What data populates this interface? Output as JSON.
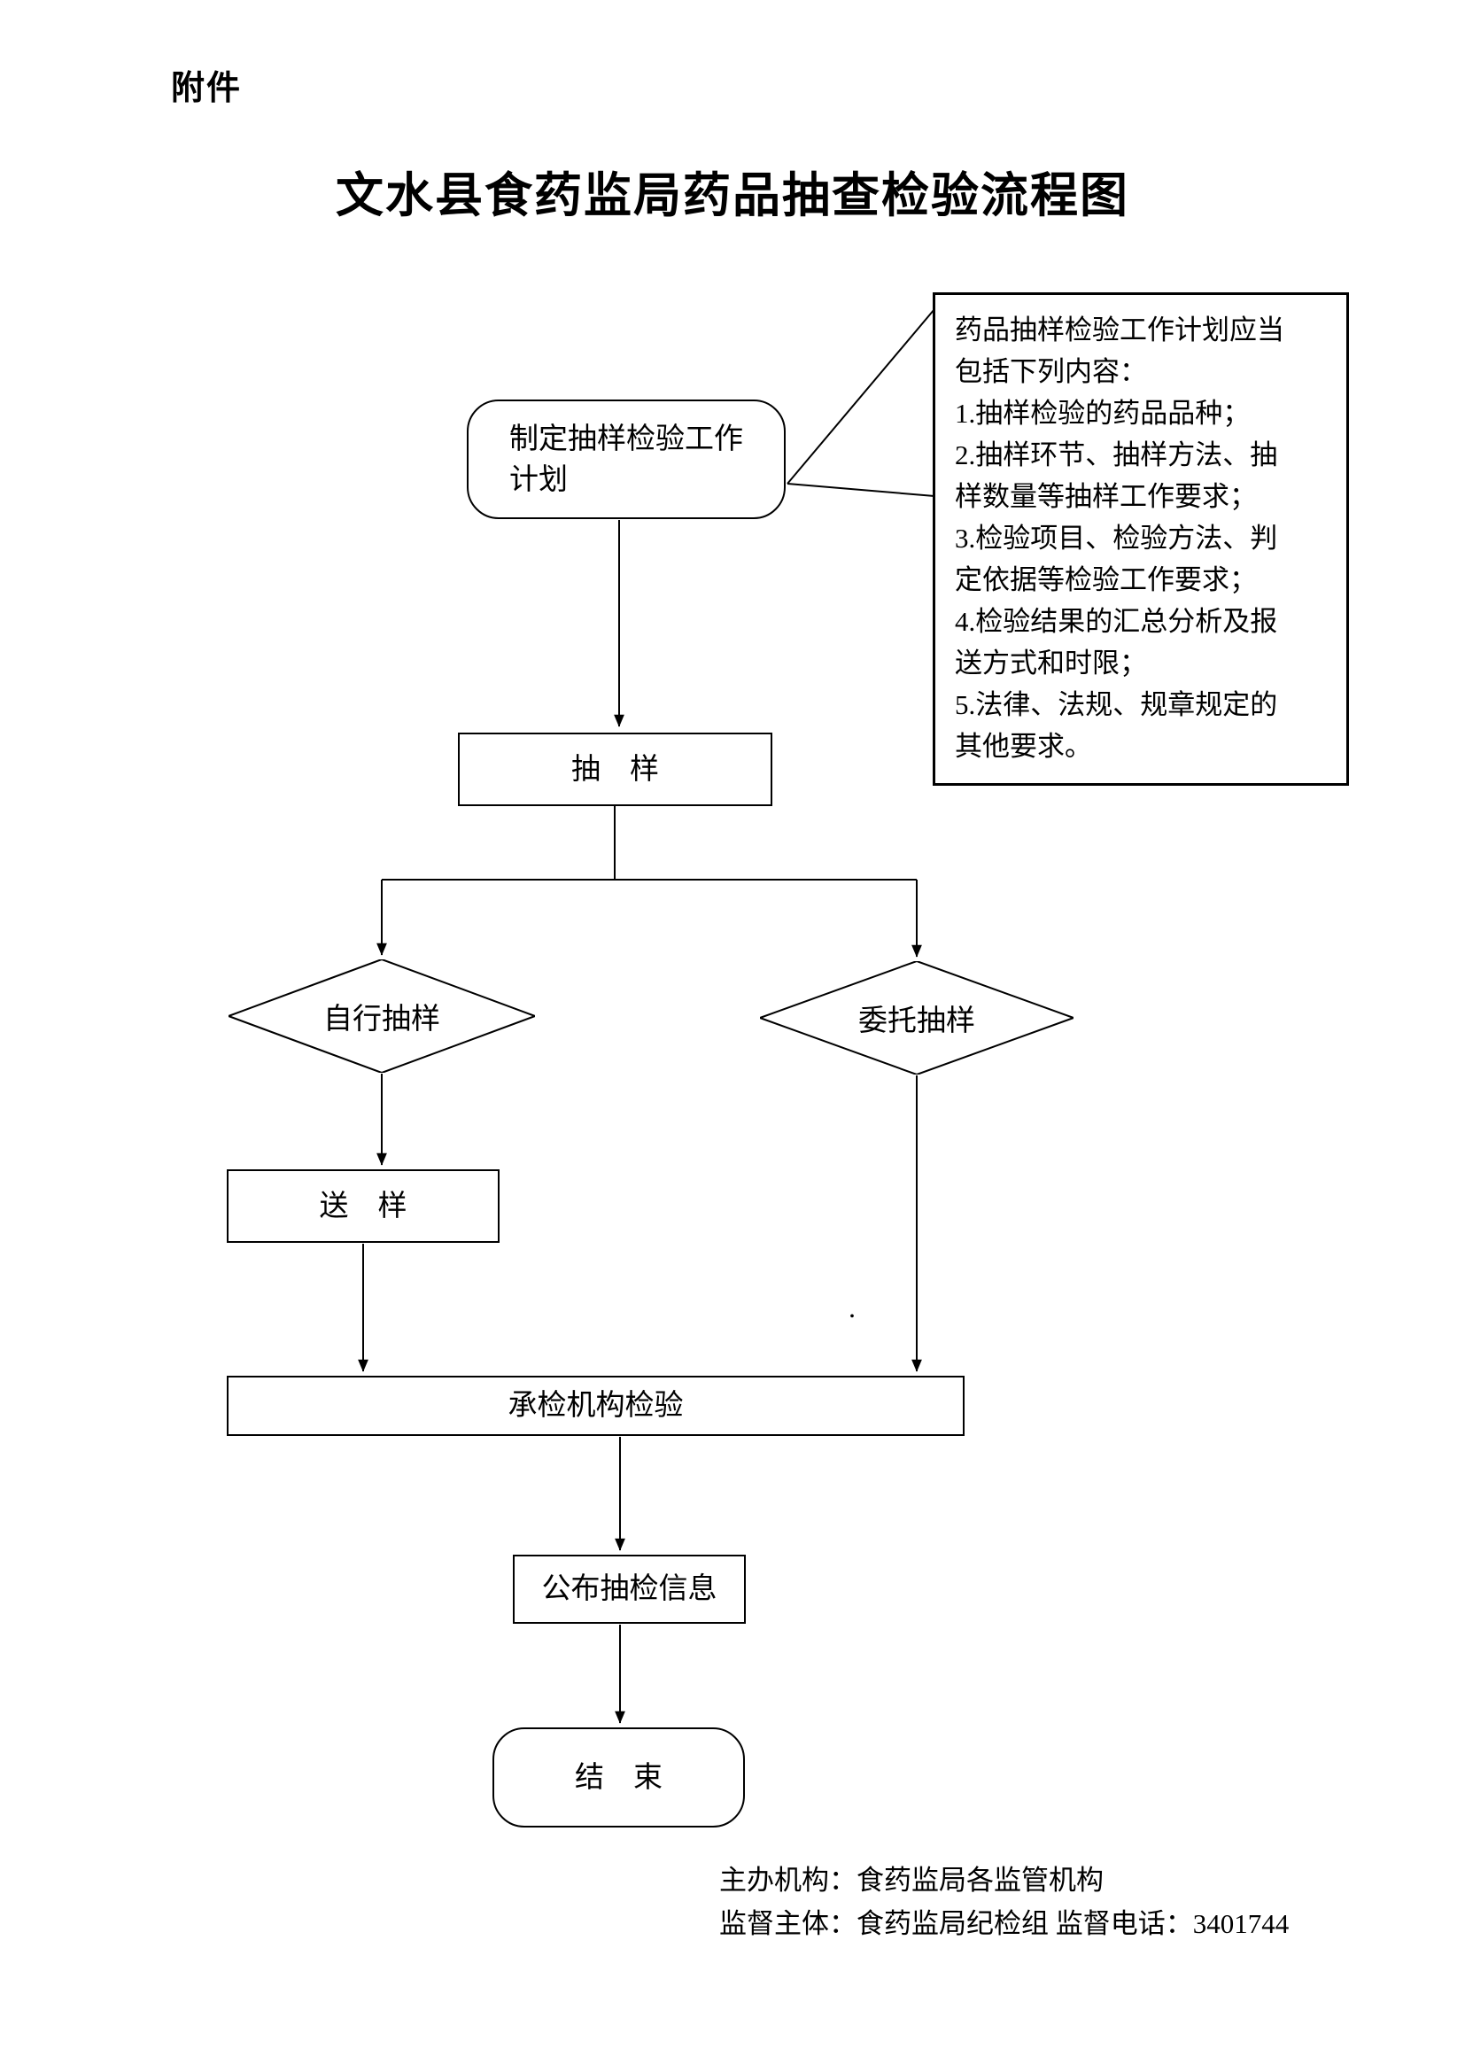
{
  "page": {
    "attachment_label": "附件",
    "title": "文水县食药监局药品抽查检验流程图"
  },
  "flowchart": {
    "nodes": {
      "plan": "制定抽样检验工作\n计划",
      "sampling": "抽　样",
      "self_sampling": "自行抽样",
      "commissioned_sampling": "委托抽样",
      "send_sample": "送　样",
      "inspection": "承检机构检验",
      "publish": "公布抽检信息",
      "end": "结　束"
    },
    "note": "药品抽样检验工作计划应当\n包括下列内容：\n1.抽样检验的药品品种；\n2.抽样环节、抽样方法、抽\n样数量等抽样工作要求；\n3.检验项目、检验方法、判\n定依据等检验工作要求；\n4.检验结果的汇总分析及报\n送方式和时限；\n5.法律、法规、规章规定的\n其他要求。"
  },
  "footer": {
    "line1": "主办机构：食药监局各监管机构",
    "line2": "监督主体：食药监局纪检组  监督电话：3401744"
  },
  "stray_mark": ".",
  "colors": {
    "line": "#000000",
    "background": "#ffffff"
  }
}
